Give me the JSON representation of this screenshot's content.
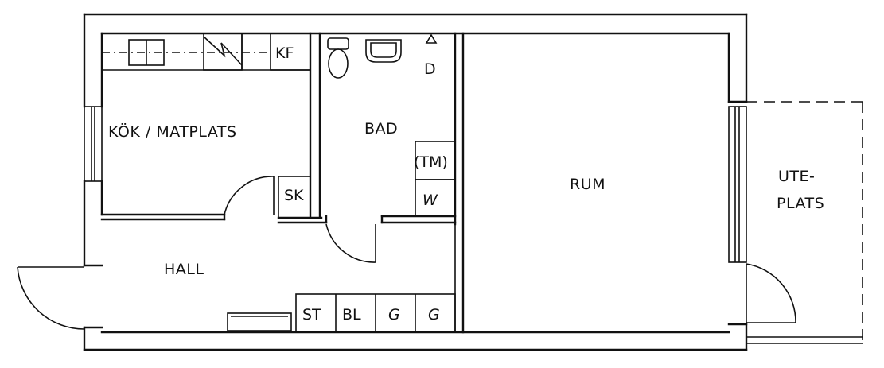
{
  "rooms": {
    "kitchen": "KÖK / MATPLATS",
    "bath": "BAD",
    "room": "RUM",
    "hall": "HALL",
    "patio_line1": "UTE-",
    "patio_line2": "PLATS"
  },
  "fixtures": {
    "fridge": "KF",
    "dryer": "D",
    "tumble_dryer": "(TM)",
    "washer": "W",
    "cabinet_sk": "SK",
    "st": "ST",
    "bl": "BL",
    "g1": "G",
    "g2": "G"
  }
}
